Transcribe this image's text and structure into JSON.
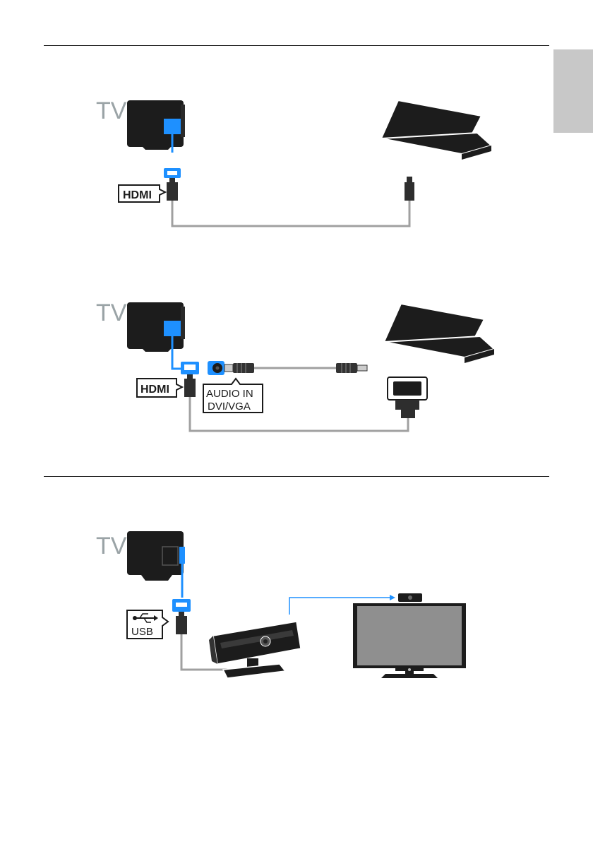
{
  "diagram1": {
    "tv_label": "TV",
    "port_label": "HDMI"
  },
  "diagram2": {
    "tv_label": "TV",
    "port_label": "HDMI",
    "audio_label_line1": "AUDIO IN",
    "audio_label_line2": "DVI/VGA"
  },
  "diagram3": {
    "tv_label": "TV",
    "port_label": "USB"
  },
  "colors": {
    "accent_blue": "#1e90ff",
    "cable_gray": "#a0a0a0",
    "device_dark": "#1c1c1c",
    "tab_gray": "#c8c8c8"
  }
}
